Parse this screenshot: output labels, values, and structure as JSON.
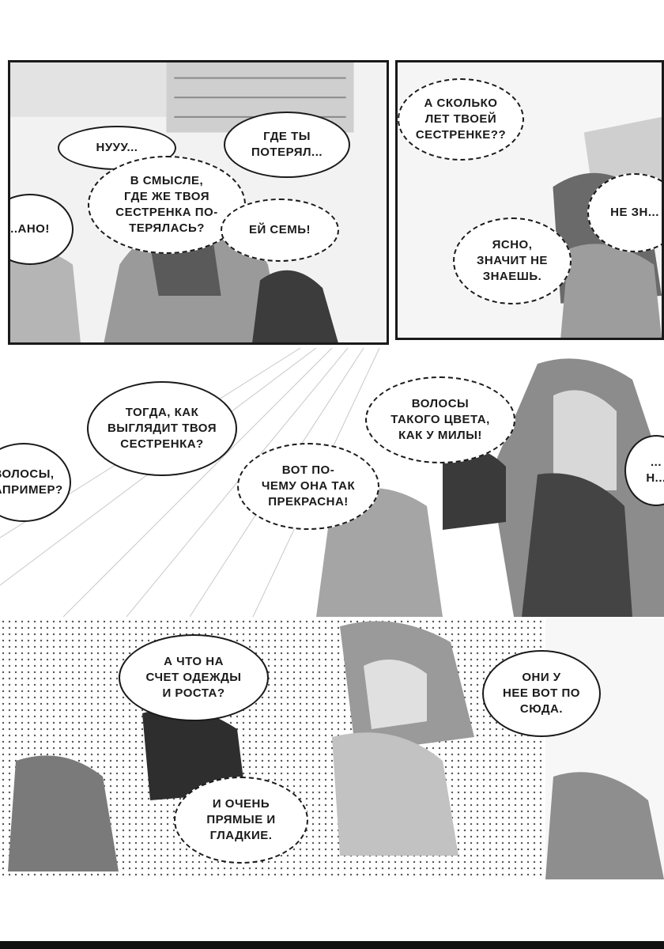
{
  "panels": {
    "p1": {
      "bubbles": [
        {
          "text": "НУУУ..."
        },
        {
          "text": "ГДЕ ТЫ\nПОТЕРЯЛ..."
        },
        {
          "text": "В СМЫСЛЕ,\nГДЕ ЖЕ ТВОЯ\nСЕСТРЕНКА ПО-\nТЕРЯЛАСЬ?"
        },
        {
          "text": "..АНО!"
        },
        {
          "text": "ЕЙ СЕМЬ!"
        }
      ]
    },
    "p2": {
      "bubbles": [
        {
          "text": "А СКОЛЬКО\nЛЕТ ТВОЕЙ\nСЕСТРЕНКЕ??"
        },
        {
          "text": "НЕ ЗН..."
        },
        {
          "text": "ЯСНО,\nЗНАЧИТ НЕ\nЗНАЕШЬ."
        }
      ]
    },
    "p3": {
      "bubbles": [
        {
          "text": "ТОГДА, КАК\nВЫГЛЯДИТ ТВОЯ\nСЕСТРЕНКА?"
        },
        {
          "text": "ВОЛОСЫ,\nНАПРИМЕР?"
        },
        {
          "text": "ВОЛОСЫ\nТАКОГО ЦВЕТА,\nКАК У МИЛЫ!"
        },
        {
          "text": "ВОТ ПО-\nЧЕМУ ОНА ТАК\nПРЕКРАСНА!"
        },
        {
          "text": "...\nН..."
        }
      ]
    },
    "p4": {
      "bubbles": [
        {
          "text": "А ЧТО НА\nСЧЕТ ОДЕЖДЫ\nИ РОСТА?"
        },
        {
          "text": "ОНИ У\nНЕЕ ВОТ ПО\nСЮДА."
        },
        {
          "text": "И ОЧЕНЬ\nПРЯМЫЕ И\nГЛАДКИЕ."
        }
      ]
    }
  }
}
